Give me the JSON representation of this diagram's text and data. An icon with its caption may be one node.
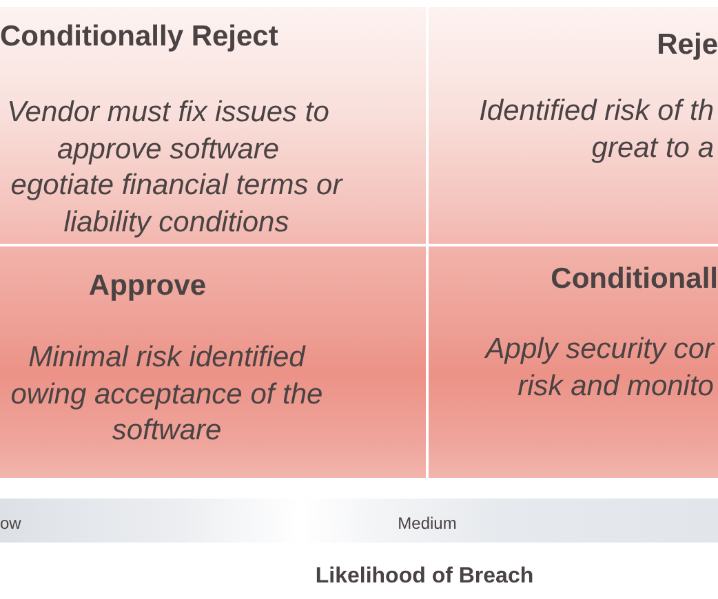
{
  "diagram": {
    "nodes": [
      {
        "text": [
          "Conditionally Reject",
          "Vendor must fix issues to approve software",
          "egotiate financial terms or liability conditions"
        ]
      },
      {
        "text": [
          "Reje",
          "Identified risk of th great to a"
        ]
      },
      {
        "text": [
          "Approve",
          "Minimal risk identified owing acceptance of the software"
        ]
      },
      {
        "text": [
          "Conditionall",
          "Apply security cor risk and monito"
        ]
      }
    ],
    "labels": [
      "ow",
      "Medium",
      "Likelihood of Breach"
    ]
  }
}
